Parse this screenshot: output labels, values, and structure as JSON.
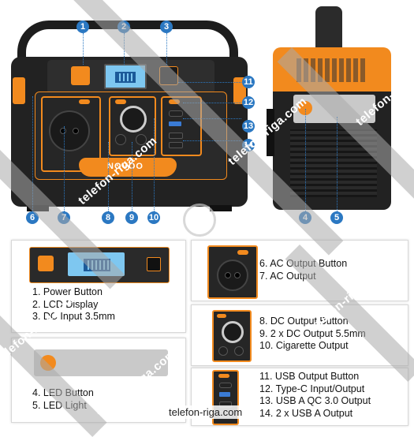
{
  "watermark": {
    "text": "telefon-riga.com",
    "footer": "telefon-riga.com"
  },
  "device": {
    "brand": "NOVOO"
  },
  "callouts": [
    "1",
    "2",
    "3",
    "4",
    "5",
    "6",
    "7",
    "8",
    "9",
    "10",
    "11",
    "12",
    "13",
    "14"
  ],
  "panels": {
    "power": [
      "1. Power Button",
      "2. LCD Display",
      "3. DC Input 3.5mm"
    ],
    "led": [
      "4. LED Button",
      "5. LED Light"
    ],
    "ac": [
      "6. AC Output Button",
      "7. AC Output"
    ],
    "dc": [
      "8. DC Output Button",
      "9. 2 x DC Output 5.5mm",
      "10. Cigarette Output"
    ],
    "usb": [
      "11. USB Output Button",
      "12. Type-C Input/Output",
      "13. USB A QC 3.0 Output",
      "14. 2 x USB A Output"
    ]
  },
  "colors": {
    "accent": "#f28a1e",
    "callout": "#2b78c2",
    "lcd": "#7ec7f0"
  }
}
